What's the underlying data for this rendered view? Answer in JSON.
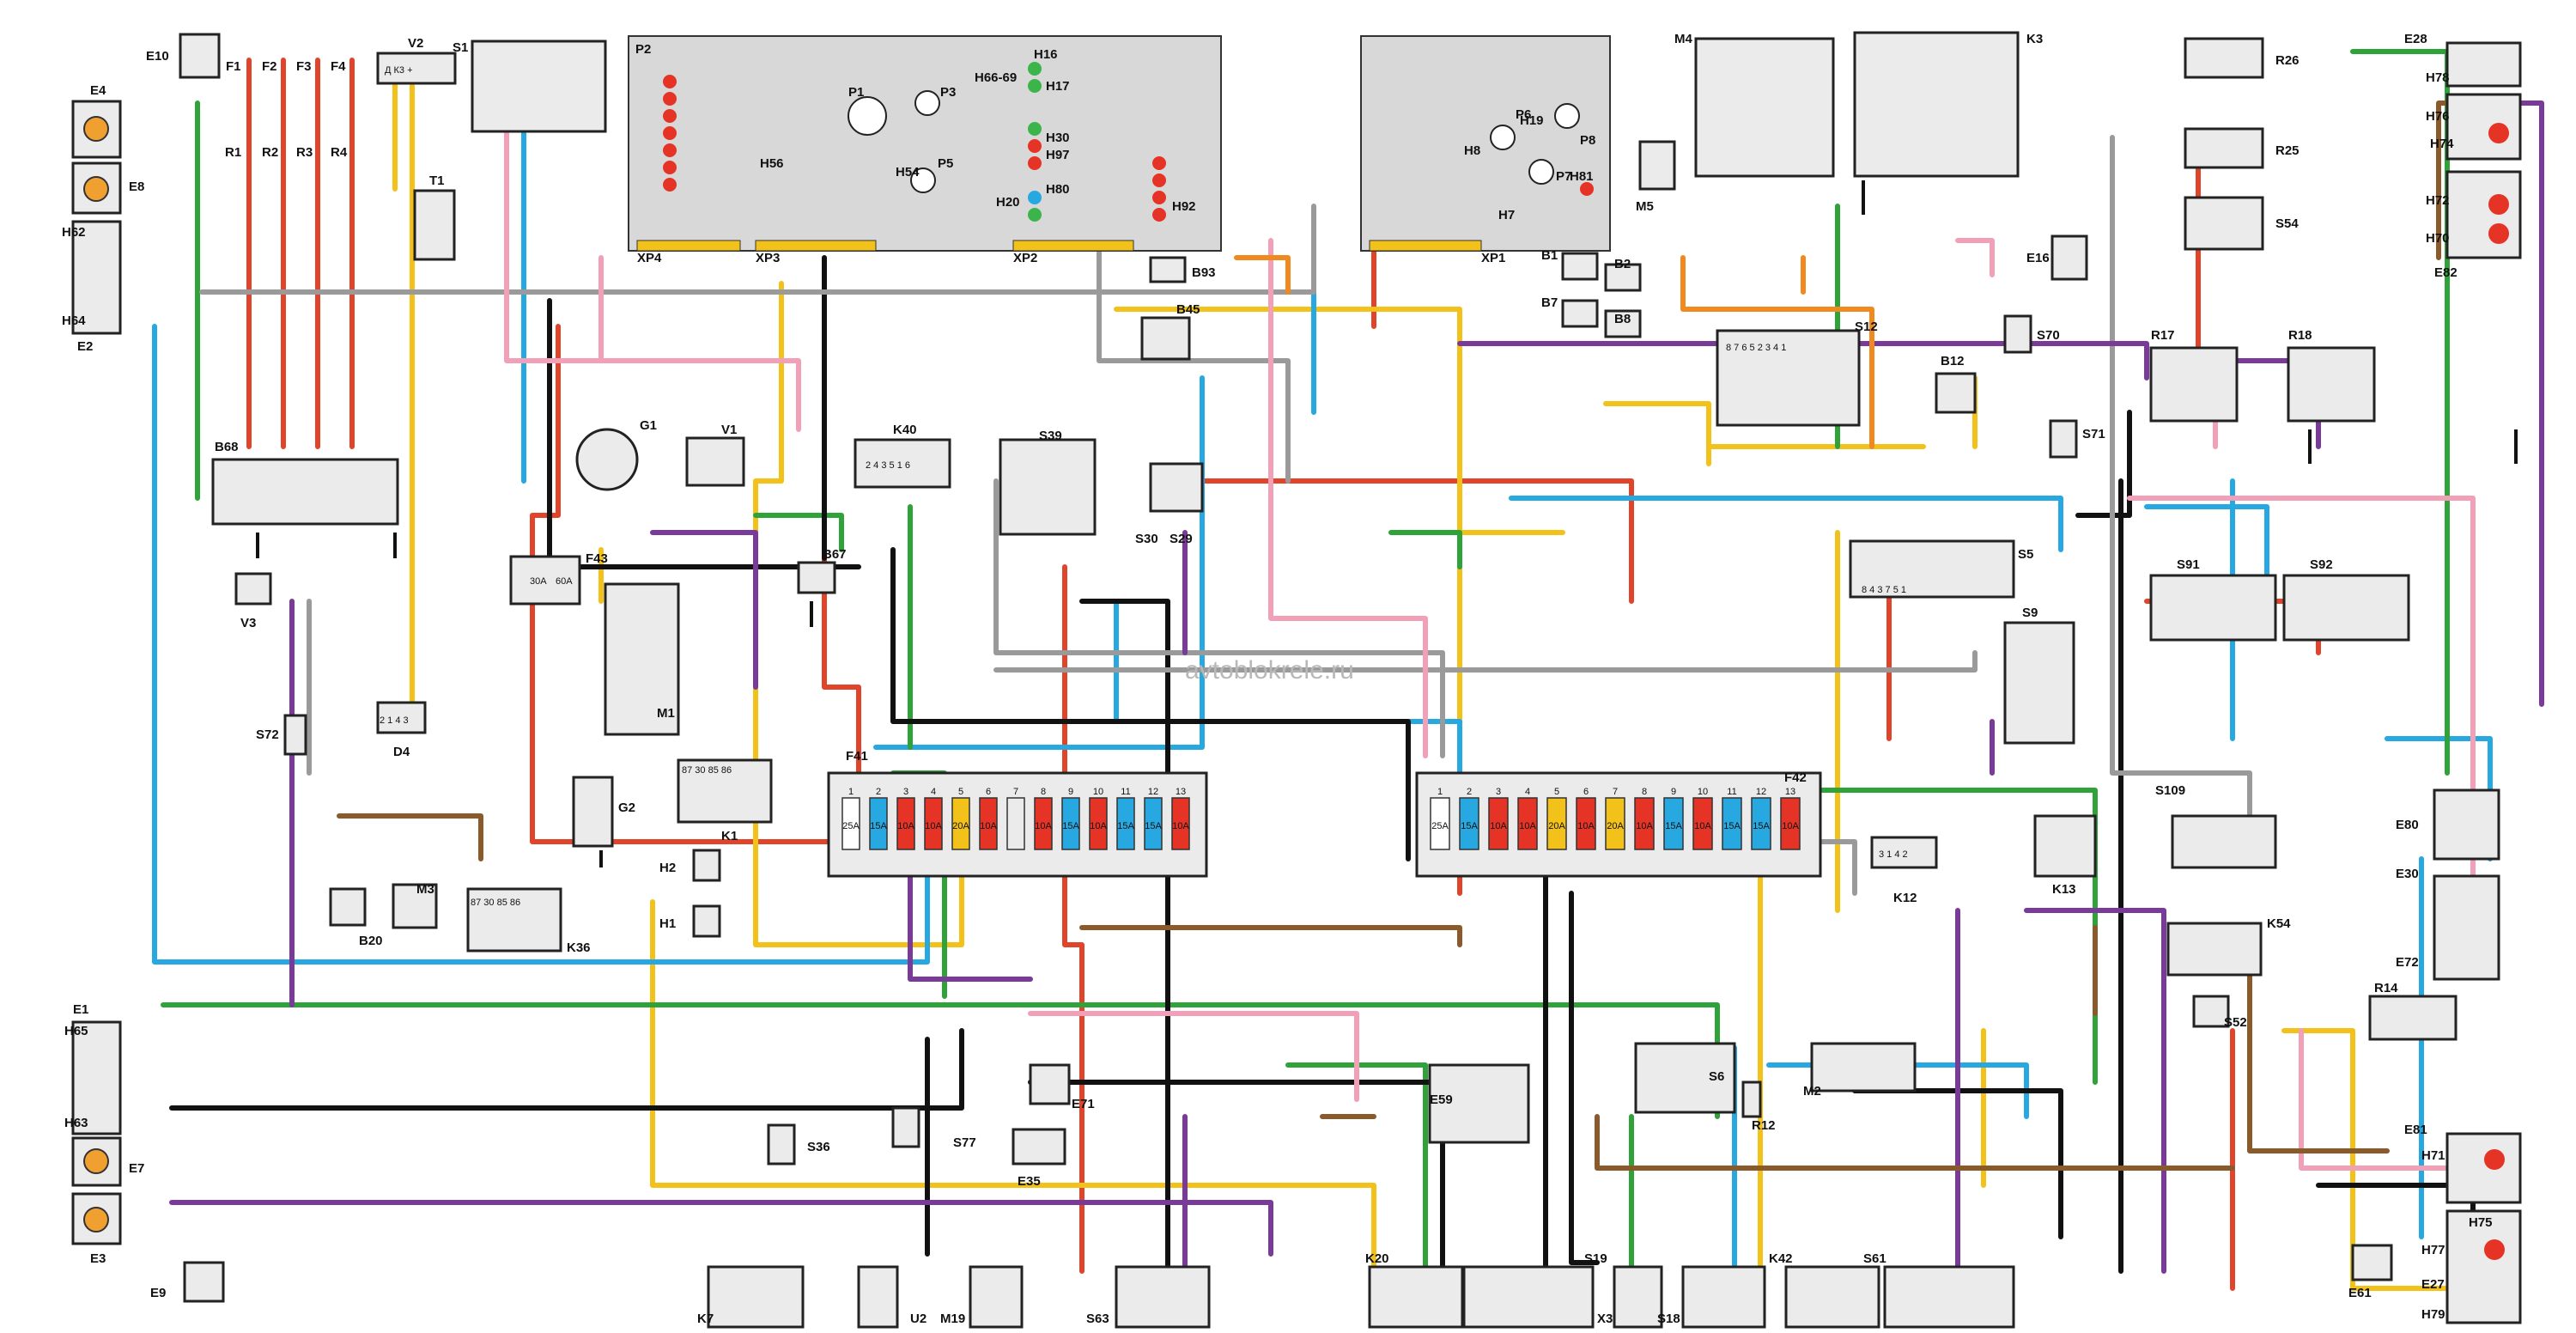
{
  "watermark": "avtoblokrele.ru",
  "colors": {
    "wire_red": "#e0442a",
    "wire_yellow": "#f2c21a",
    "wire_blue": "#27a8e0",
    "wire_green": "#2fa33a",
    "wire_black": "#111111",
    "wire_gray": "#9a9a9a",
    "wire_pink": "#f2a0b8",
    "wire_purple": "#7a3a9a",
    "wire_brown": "#8a5a2a",
    "wire_orange": "#f08a20",
    "lamp_amber": "#f0a030",
    "indicator_red": "#e53325",
    "indicator_green": "#3bb54a",
    "component_fill": "#ebebeb",
    "panel_fill": "#d8d8d8"
  },
  "components": {
    "E10": "E10",
    "F1": "F1",
    "F2": "F2",
    "F3": "F3",
    "F4": "F4",
    "R1": "R1",
    "R2": "R2",
    "R3": "R3",
    "R4": "R4",
    "V2": "V2",
    "V2_pins": "Д   К3   +",
    "S1": "S1",
    "T1": "T1",
    "E4": "E4",
    "E8": "E8",
    "H62": "H62",
    "H64": "H64",
    "E2": "E2",
    "B68": "B68",
    "G1": "G1",
    "V1": "V1",
    "V3": "V3",
    "S72": "S72",
    "D4": "D4",
    "D4_pins": "2 1 4 3",
    "F43": "F43",
    "F43_a": "30A",
    "F43_b": "60A",
    "M1": "M1",
    "G2": "G2",
    "K1": "K1",
    "K1_pins": "87 30 85 86",
    "M3": "M3",
    "K36": "K36",
    "K36_pins": "87 30 85 86",
    "B20": "B20",
    "H2": "H2",
    "H1": "H1",
    "P2": "P2",
    "XP4": "XP4",
    "XP3": "XP3",
    "XP2": "XP2",
    "XP1": "XP1",
    "H16": "H16",
    "H17": "H17",
    "H66_69": "H66-69",
    "H30": "H30",
    "H97": "H97",
    "H80": "H80",
    "H92": "H92",
    "H20": "H20",
    "P1": "P1",
    "P3": "P3",
    "P5": "P5",
    "H54": "H54",
    "H56": "H56",
    "P6": "P6",
    "P7": "P7",
    "P8": "P8",
    "H8": "H8",
    "H7": "H7",
    "H19": "H19",
    "H81": "H81",
    "B93": "B93",
    "B45": "B45",
    "B1": "B1",
    "B2": "B2",
    "B7": "B7",
    "B8": "B8",
    "K40": "K40",
    "K40_pins": "2 4 3 5 1 6",
    "S39": "S39",
    "S30": "S30",
    "S29": "S29",
    "B67": "B67",
    "M4": "M4",
    "M5": "M5",
    "K3": "K3",
    "S12": "S12",
    "S12_pins": "8 7 6 5 2 3 4 1",
    "B12": "B12",
    "E16": "E16",
    "S70": "S70",
    "S71": "S71",
    "R26": "R26",
    "R25": "R25",
    "S54": "S54",
    "E28": "E28",
    "H78": "H78",
    "H76": "H76",
    "H74": "H74",
    "H72": "H72",
    "H70": "H70",
    "E82": "E82",
    "R17": "R17",
    "R18": "R18",
    "S91": "S91",
    "S92": "S92",
    "S5": "S5",
    "S5_pins": "8 4 3 7 5 1",
    "S9": "S9",
    "F41": "F41",
    "F42": "F42",
    "K12": "K12",
    "K12_pins": "3 1 4 2",
    "K13": "K13",
    "S109": "S109",
    "E80": "E80",
    "E30": "E30",
    "E72": "E72",
    "K54": "K54",
    "R14": "R14",
    "S52": "S52",
    "E1": "E1",
    "H65": "H65",
    "H63": "H63",
    "E7": "E7",
    "E3": "E3",
    "E9": "E9",
    "S77": "S77",
    "E71": "E71",
    "S36": "S36",
    "E35": "E35",
    "E59": "E59",
    "S6": "S6",
    "M2": "M2",
    "R12": "R12",
    "E81": "E81",
    "H71": "H71",
    "E61": "E61",
    "H75": "H75",
    "H77": "H77",
    "E27": "E27",
    "H79": "H79",
    "K7": "K7",
    "U2": "U2",
    "M19": "M19",
    "S63": "S63",
    "K20": "K20",
    "S19": "S19",
    "X3": "X3",
    "S18": "S18",
    "K42": "K42",
    "S61": "S61"
  },
  "fuses_F41": {
    "numbers": [
      "1",
      "2",
      "3",
      "4",
      "5",
      "6",
      "7",
      "8",
      "9",
      "10",
      "11",
      "12",
      "13"
    ],
    "ratings": [
      "25A",
      "15A",
      "10A",
      "10A",
      "20A",
      "10A",
      "",
      "10A",
      "15A",
      "10A",
      "15A",
      "15A",
      "10A"
    ]
  },
  "fuses_F42": {
    "numbers": [
      "1",
      "2",
      "3",
      "4",
      "5",
      "6",
      "7",
      "8",
      "9",
      "10",
      "11",
      "12",
      "13"
    ],
    "ratings": [
      "25A",
      "15A",
      "10A",
      "10A",
      "20A",
      "10A",
      "20A",
      "10A",
      "15A",
      "10A",
      "15A",
      "15A",
      "10A"
    ]
  }
}
